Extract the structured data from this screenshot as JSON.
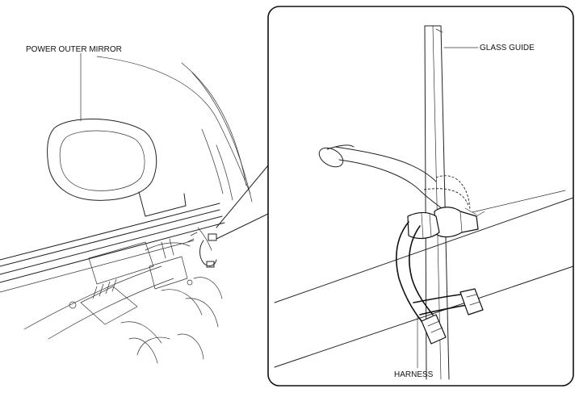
{
  "labels": {
    "power_outer_mirror": "POWER OUTER MIRROR",
    "glass_guide": "GLASS GUIDE",
    "harness": "HARNESS"
  }
}
